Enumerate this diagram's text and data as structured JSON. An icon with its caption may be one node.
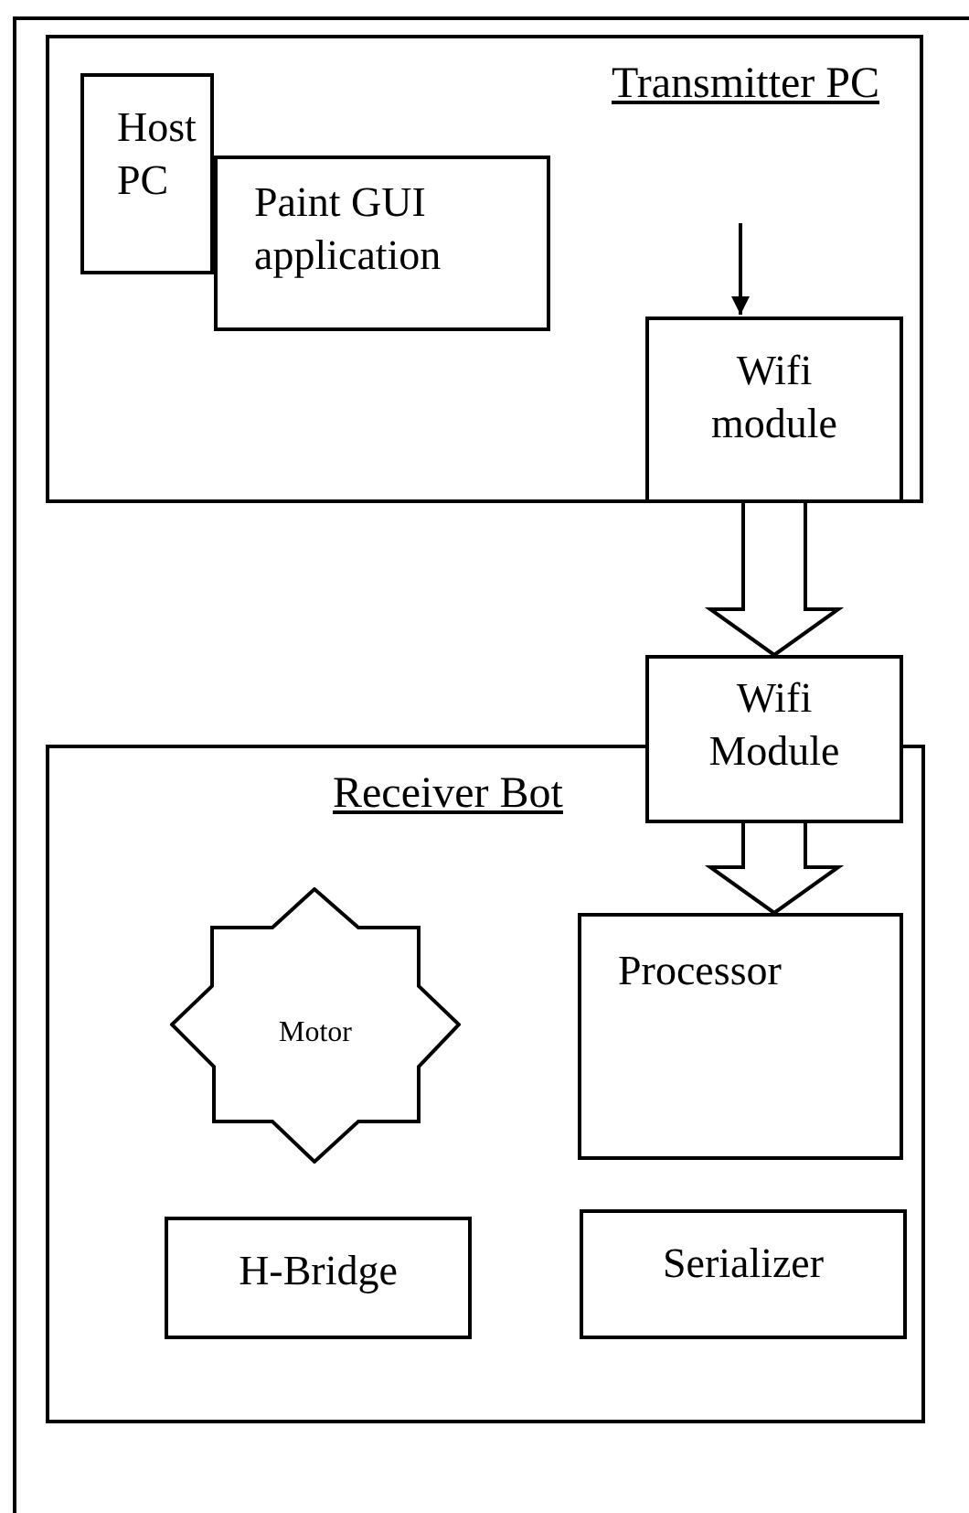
{
  "diagram": {
    "nodes": [
      {
        "text": [
          "Transmitter PC"
        ]
      },
      {
        "text": [
          "Host PC"
        ],
        "in": 0
      },
      {
        "text": [
          "Paint GUI application"
        ],
        "in": 0
      },
      {
        "text": [
          "Wifi module"
        ],
        "in": 0
      },
      {
        "text": [
          "Wifi Module"
        ]
      },
      {
        "text": [
          "Receiver Bot"
        ]
      },
      {
        "text": [
          "Motor"
        ],
        "in": 5
      },
      {
        "text": [
          "Processor"
        ],
        "in": 5
      },
      {
        "text": [
          "H-Bridge"
        ],
        "in": 5
      },
      {
        "text": [
          "Serializer"
        ],
        "in": 5
      }
    ],
    "edges": [
      {
        "from": null,
        "to": 3,
        "arrow": "to"
      },
      {
        "from": 3,
        "to": 4,
        "arrow": "to",
        "style": "thick"
      },
      {
        "from": 4,
        "to": 7,
        "arrow": "to",
        "style": "thick"
      }
    ]
  }
}
